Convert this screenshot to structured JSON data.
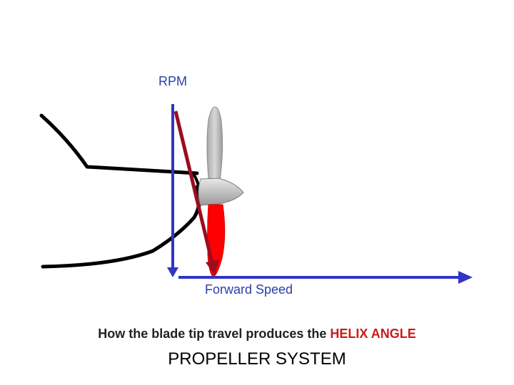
{
  "labels": {
    "rpm": "RPM",
    "forward_speed": "Forward Speed"
  },
  "caption": {
    "prefix": "How the blade tip travel produces the ",
    "highlight": "HELIX ANGLE"
  },
  "title": "PROPELLER SYSTEM",
  "colors": {
    "axis_blue": "#2f35c4",
    "helix_arrow": "#9b0d1e",
    "blade_red": "#ff0000",
    "blade_grey": "#c0c0c0",
    "hull_outline": "#000000",
    "highlight_text": "#cc1a1a"
  }
}
